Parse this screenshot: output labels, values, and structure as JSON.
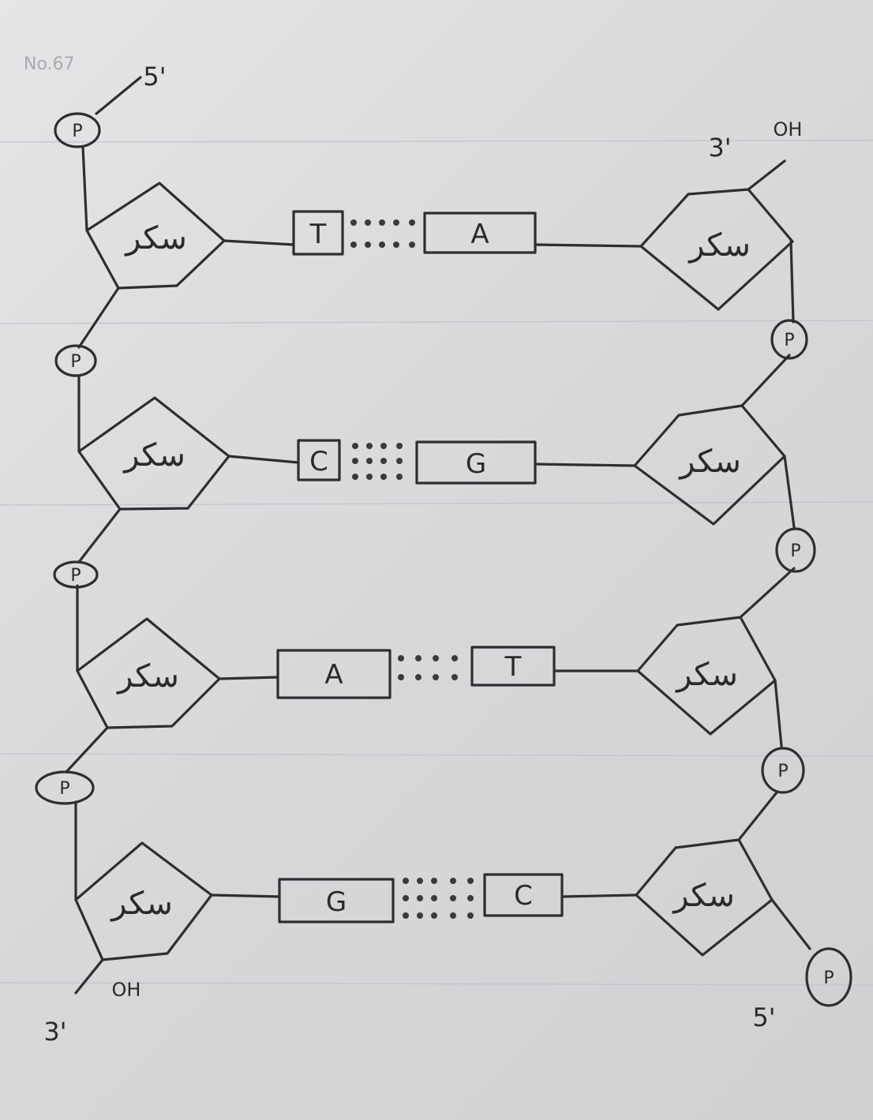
{
  "sugar_label": "سكر",
  "phosphate_label": "P",
  "corner_note": "No.67",
  "left_strand": {
    "top_end": "5'",
    "bottom_end": "3'",
    "bottom_oh": "OH"
  },
  "right_strand": {
    "top_end": "3'",
    "top_oh": "OH",
    "bottom_end": "5'"
  },
  "base_pairs": [
    {
      "left": "T",
      "right": "A"
    },
    {
      "left": "C",
      "right": "G"
    },
    {
      "left": "A",
      "right": "T"
    },
    {
      "left": "G",
      "right": "C"
    }
  ]
}
